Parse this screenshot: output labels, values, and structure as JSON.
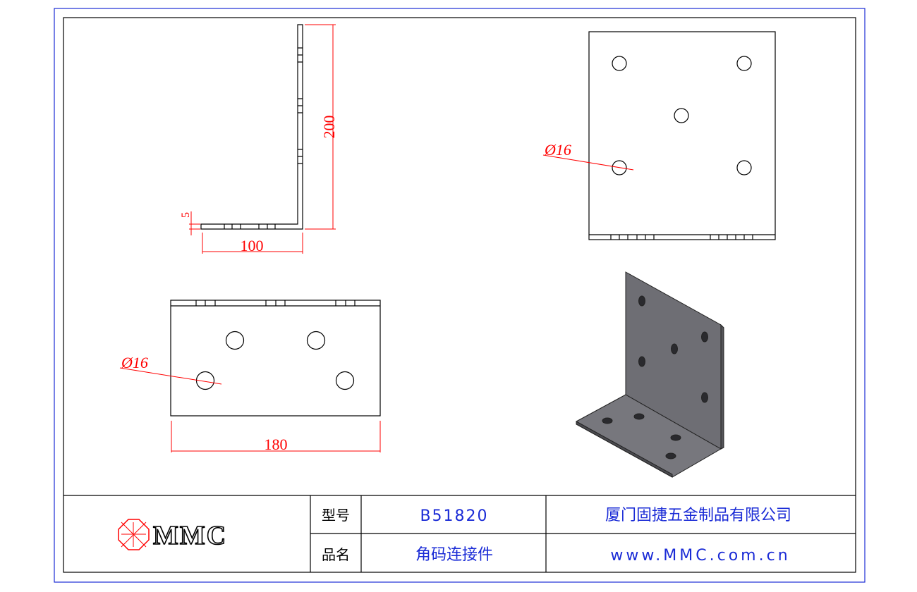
{
  "drawing": {
    "side_view": {
      "height_dim": "200",
      "width_dim": "100",
      "thickness_dim": "5"
    },
    "front_view": {
      "hole_dim": "Ø16"
    },
    "bottom_view": {
      "hole_dim": "Ø16",
      "width_dim": "180"
    }
  },
  "title_block": {
    "logo_text": "MMC",
    "model_label": "型号",
    "model_value": "B51820",
    "company": "厦门固捷五金制品有限公司",
    "name_label": "品名",
    "name_value": "角码连接件",
    "website": "www.MMC.com.cn"
  },
  "colors": {
    "border": "#1a2bd6",
    "dimension": "#ff0000",
    "part": "#6e6e74"
  }
}
